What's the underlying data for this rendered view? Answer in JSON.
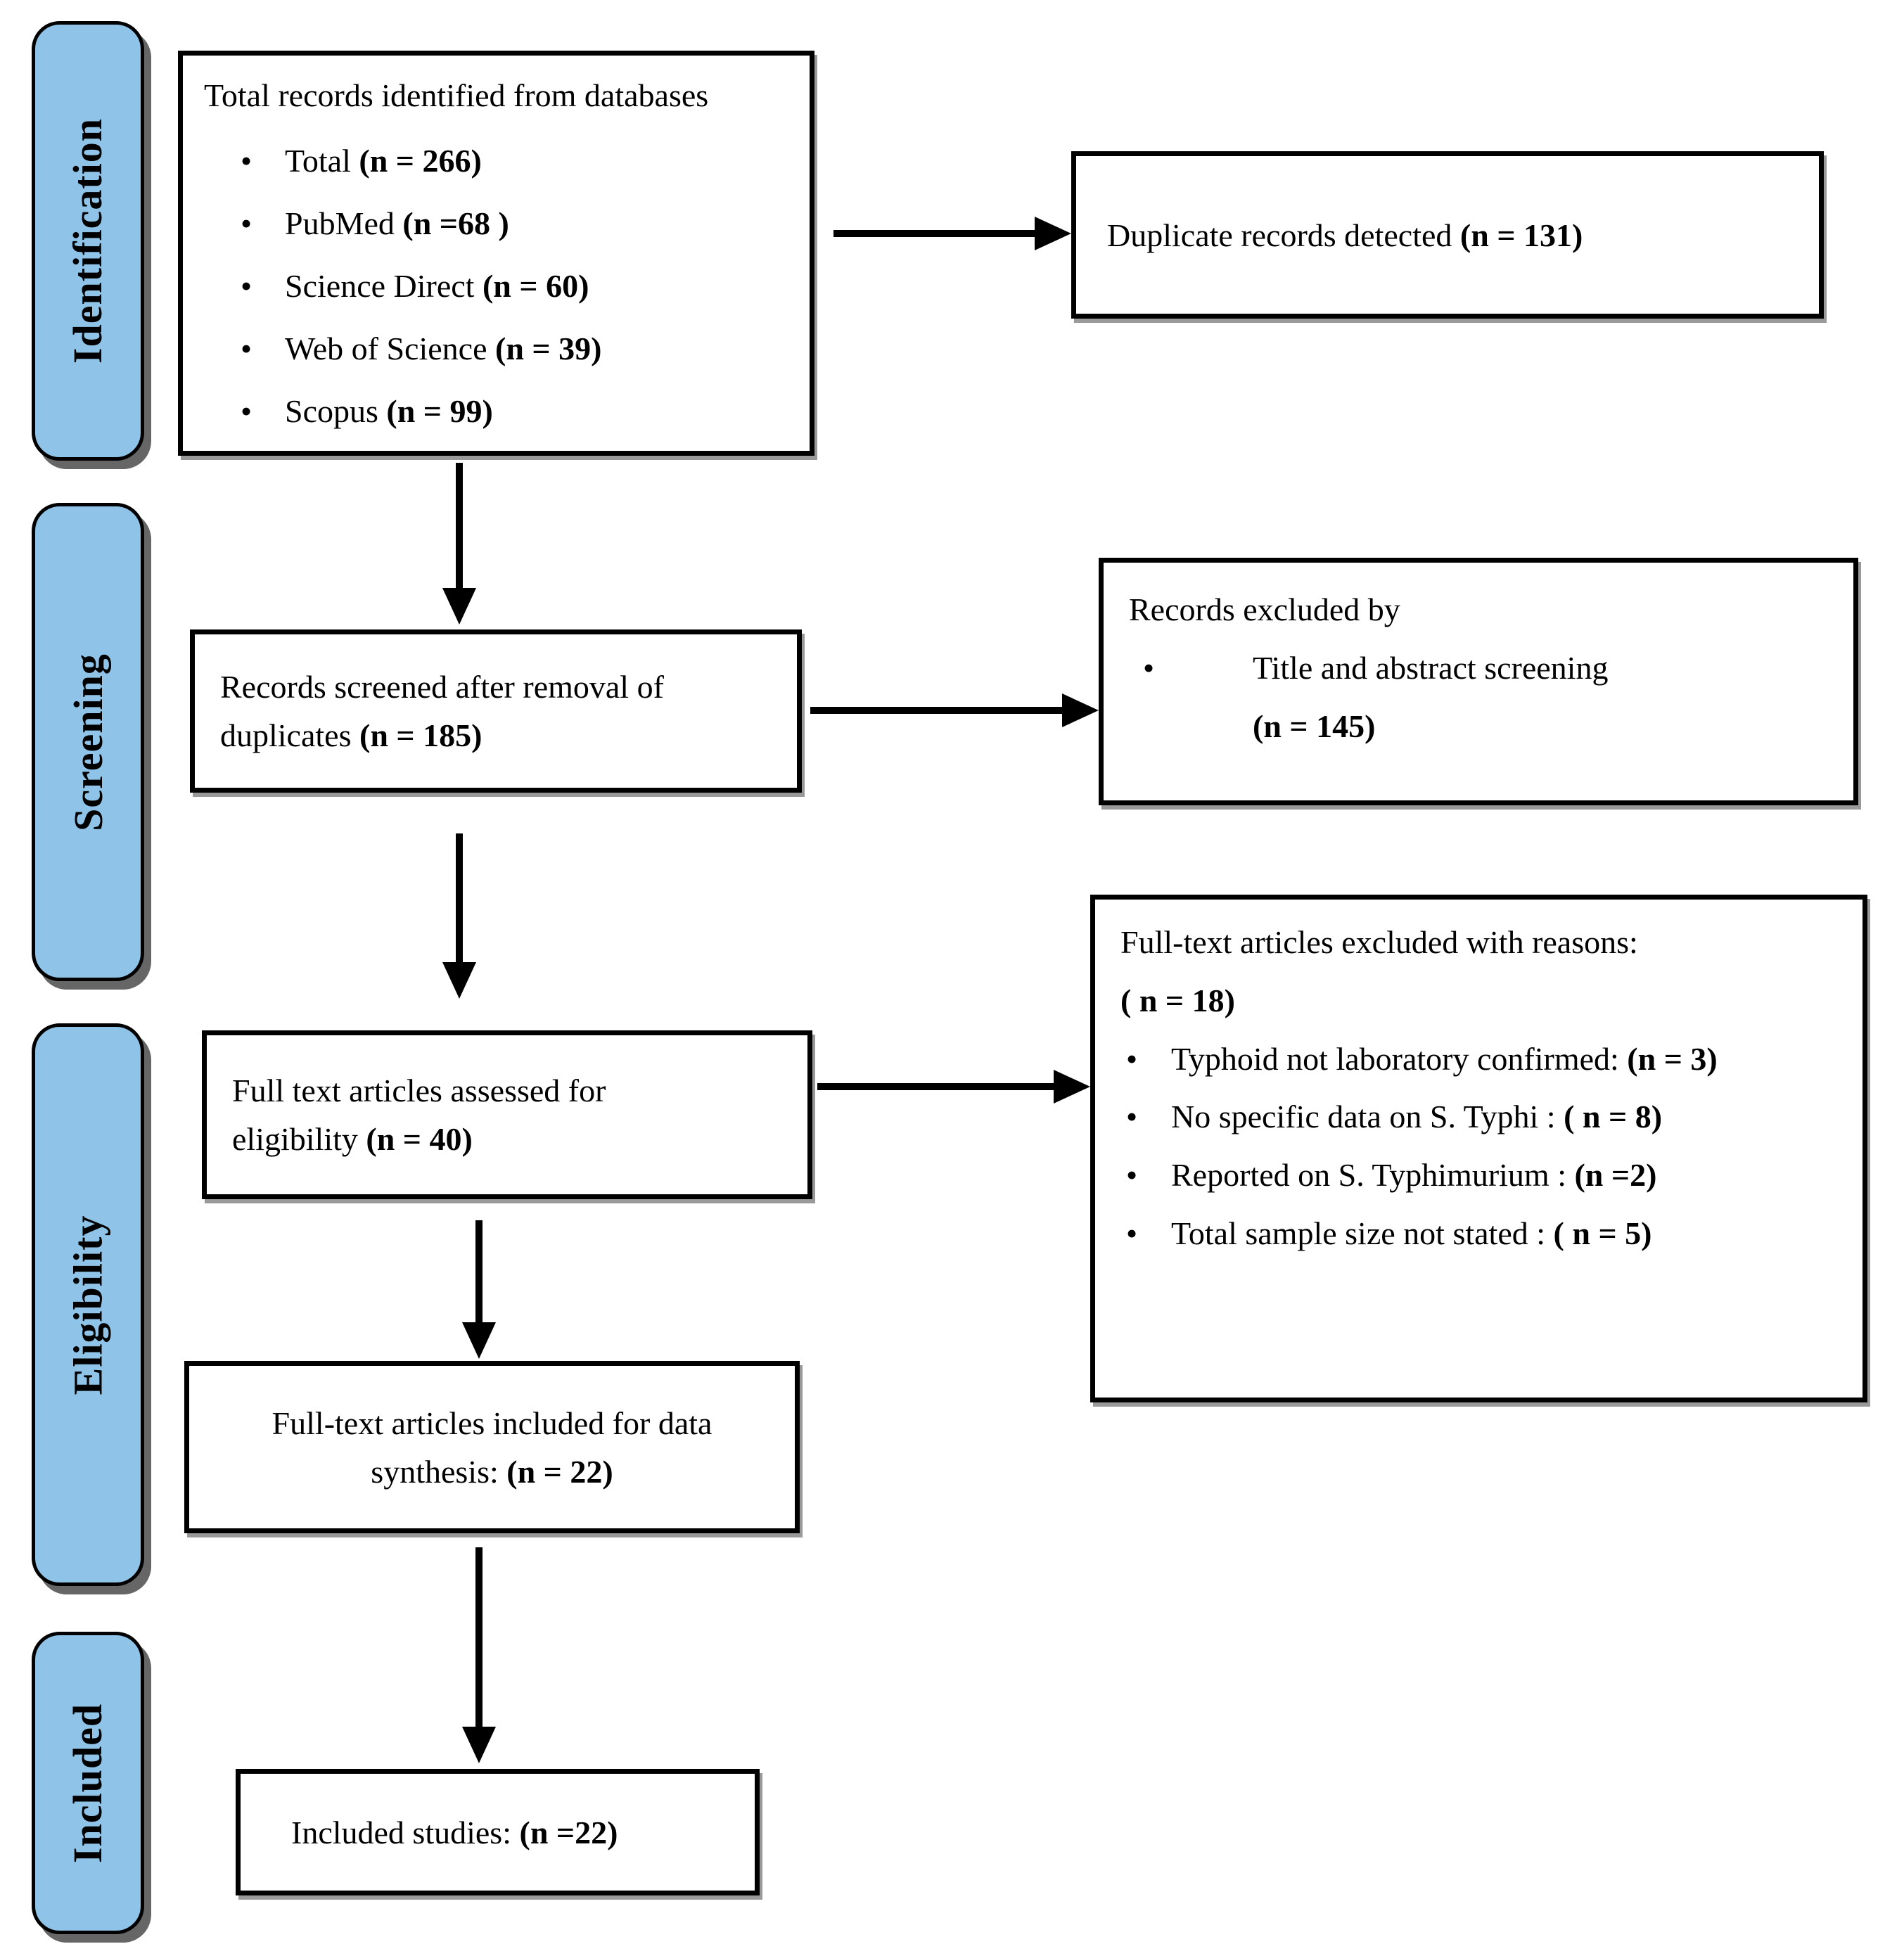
{
  "colors": {
    "stage_fill": "#8FC4E8",
    "ink": "#000000"
  },
  "bullet_char": "•",
  "stages": [
    {
      "label": "Identification"
    },
    {
      "label": "Screening"
    },
    {
      "label": "Eligibility"
    },
    {
      "label": "Included"
    }
  ],
  "boxes": {
    "identified": {
      "title": "Total records identified from databases",
      "items": [
        {
          "text": "Total ",
          "n": "(n = 266)"
        },
        {
          "text": "PubMed ",
          "n": "(n =68 )"
        },
        {
          "text": "Science Direct ",
          "n": "(n = 60)"
        },
        {
          "text": "Web of Science ",
          "n": "(n = 39)"
        },
        {
          "text": "Scopus ",
          "n": "(n = 99)"
        }
      ]
    },
    "duplicates": {
      "text": "Duplicate records detected ",
      "n": "(n = 131)"
    },
    "screened": {
      "text": "Records screened after removal of duplicates ",
      "n": "(n = 185)"
    },
    "excluded_screening": {
      "title": "Records excluded by",
      "item_text": "Title and abstract screening",
      "item_n": "(n = 145)"
    },
    "assessed": {
      "text": "Full text articles assessed for eligibility ",
      "n": "(n = 40)"
    },
    "excluded_fulltext": {
      "title": "Full-text articles excluded with reasons:",
      "n": "( n = 18)",
      "items": [
        {
          "text": "Typhoid not laboratory confirmed: ",
          "n": "(n = 3)"
        },
        {
          "text": "No specific data on S. Typhi : ",
          "n": "( n = 8)"
        },
        {
          "text": "Reported on S. Typhimurium : ",
          "n": "(n =2)"
        },
        {
          "text": "Total sample size not stated : ",
          "n": "( n = 5)"
        }
      ]
    },
    "included_synthesis": {
      "text": "Full-text articles included for data synthesis: ",
      "n": "(n = 22)"
    },
    "included_studies": {
      "text": "Included studies: ",
      "n": "(n =22)"
    }
  }
}
